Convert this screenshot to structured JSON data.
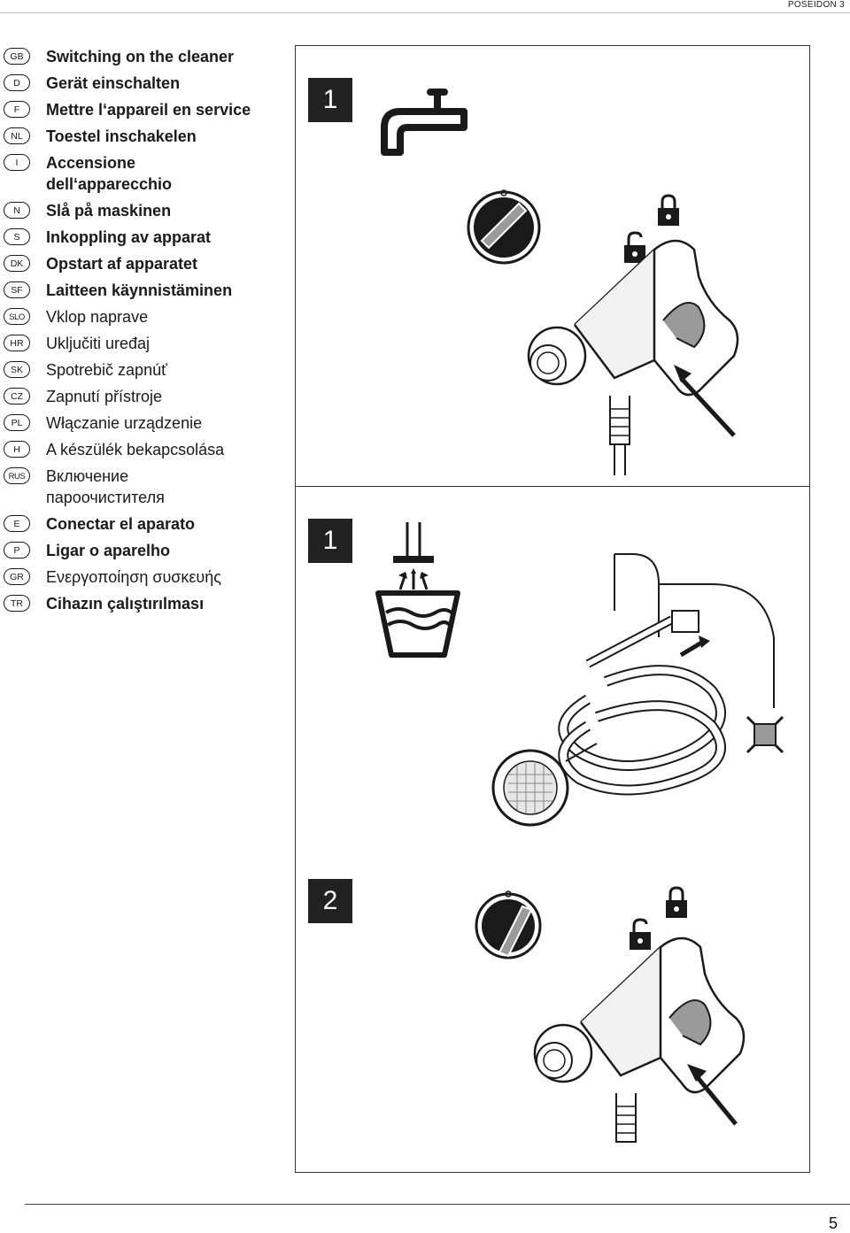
{
  "header": {
    "title": "POSEIDON 3"
  },
  "languages": [
    {
      "code": "GB",
      "text": "Switching on the cleaner",
      "bold": true
    },
    {
      "code": "D",
      "text": "Gerät einschalten",
      "bold": true
    },
    {
      "code": "F",
      "text": "Mettre l‘appareil en service",
      "bold": true
    },
    {
      "code": "NL",
      "text": "Toestel inschakelen",
      "bold": true
    },
    {
      "code": "I",
      "text": "Accensione",
      "text2": "dell‘apparecchio",
      "bold": true
    },
    {
      "code": "N",
      "text": "Slå på maskinen",
      "bold": true
    },
    {
      "code": "S",
      "text": "Inkoppling av apparat",
      "bold": true
    },
    {
      "code": "DK",
      "text": "Opstart af apparatet",
      "bold": true
    },
    {
      "code": "SF",
      "text": "Laitteen käynnistäminen",
      "bold": true
    },
    {
      "code": "SLO",
      "text": "Vklop naprave",
      "bold": false
    },
    {
      "code": "HR",
      "text": "Uključiti uređaj",
      "bold": false
    },
    {
      "code": "SK",
      "text": "Spotrebič zapnúť",
      "bold": false
    },
    {
      "code": "CZ",
      "text": "Zapnutí přístroje",
      "bold": false
    },
    {
      "code": "PL",
      "text": "Włączanie urządzenie",
      "bold": false
    },
    {
      "code": "H",
      "text": "A készülék bekapcsolása",
      "bold": false
    },
    {
      "code": "RUS",
      "text": "Включение",
      "text2": "пароочистителя",
      "bold": false
    },
    {
      "code": "E",
      "text": "Conectar el aparato",
      "bold": true
    },
    {
      "code": "P",
      "text": "Ligar o aparelho",
      "bold": true
    },
    {
      "code": "GR",
      "text": "Ενεργοποίηση συσκευής",
      "bold": false
    },
    {
      "code": "TR",
      "text": "Cihazın çalıştırılması",
      "bold": true
    }
  ],
  "steps": {
    "step_a": "1",
    "step_b": "1",
    "step_c": "2"
  },
  "colors": {
    "ink": "#1a1a1a",
    "gray_fill": "#9a9a9a",
    "badge_bg": "#222222"
  },
  "icons": [
    "water-tap-icon",
    "lock-icon",
    "unlock-icon",
    "water-container-icon",
    "spray-gun-illustration",
    "hose-connection-illustration"
  ],
  "footer": {
    "page_number": "5"
  }
}
